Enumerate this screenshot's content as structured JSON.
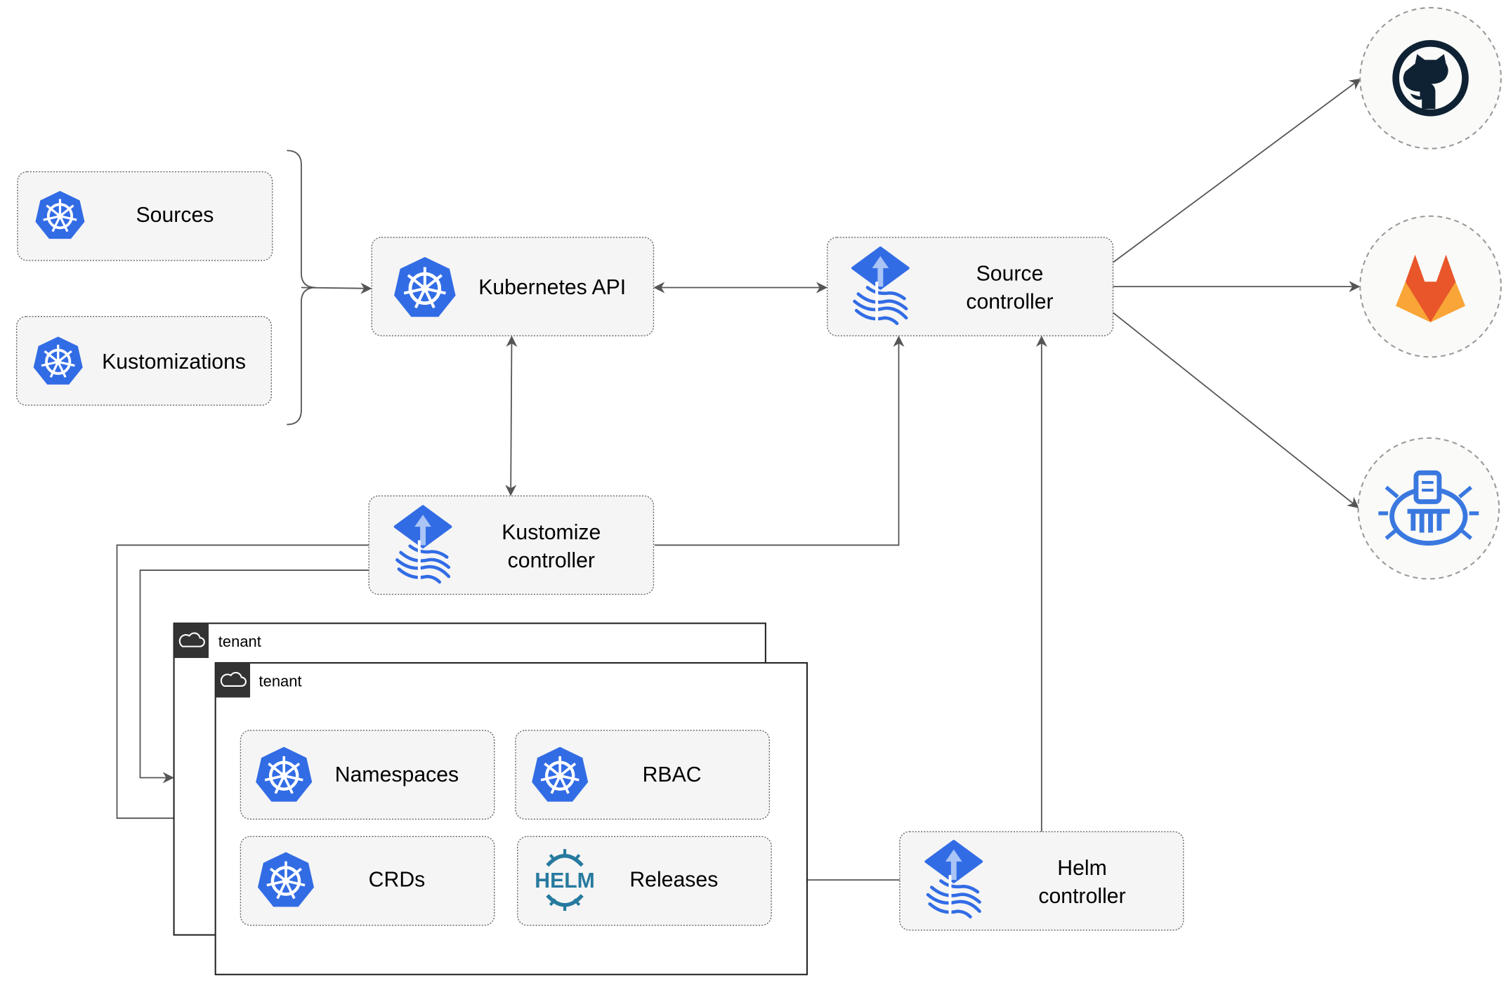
{
  "nodes": {
    "sources": "Sources",
    "kustomizations": "Kustomizations",
    "kubernetes_api": "Kubernetes API",
    "source_controller": [
      "Source",
      "controller"
    ],
    "kustomize_controller": [
      "Kustomize",
      "controller"
    ],
    "helm_controller": [
      "Helm",
      "controller"
    ],
    "namespaces": "Namespaces",
    "rbac": "RBAC",
    "crds": "CRDs",
    "releases": "Releases"
  },
  "tenants": [
    "tenant",
    "tenant"
  ],
  "helm_logo_text": "HELM",
  "external": [
    "github-icon",
    "gitlab-icon",
    "helm-repository-icon"
  ],
  "colors": {
    "kubernetes_blue": "#326ce5",
    "github": "#0f2233",
    "gitlab_orange": "#e8562a",
    "gitlab_yellow": "#f9a537",
    "helm_blue": "#277a9f",
    "edge": "#555555"
  }
}
